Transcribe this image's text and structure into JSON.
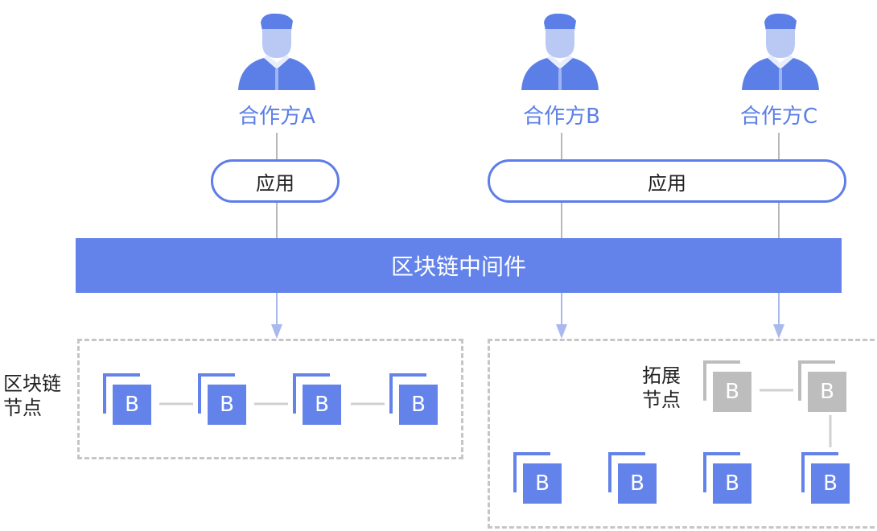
{
  "partners": {
    "a": {
      "label": "合作方A"
    },
    "b": {
      "label": "合作方B"
    },
    "c": {
      "label": "合作方C"
    }
  },
  "apps": {
    "left": {
      "label": "应用"
    },
    "right": {
      "label": "应用"
    }
  },
  "middleware": {
    "label": "区块链中间件"
  },
  "zones": {
    "left": {
      "label_line1": "区块链",
      "label_line2": "节点"
    },
    "right": {
      "label_line1": "拓展",
      "label_line2": "节点"
    }
  },
  "node_letter": "B",
  "colors": {
    "accent": "#6383ea",
    "partner_text": "#5b7fe6",
    "extension_node": "#bdbdbd",
    "dashed_border": "#c6c6c6",
    "connector": "#d0d0d0"
  }
}
